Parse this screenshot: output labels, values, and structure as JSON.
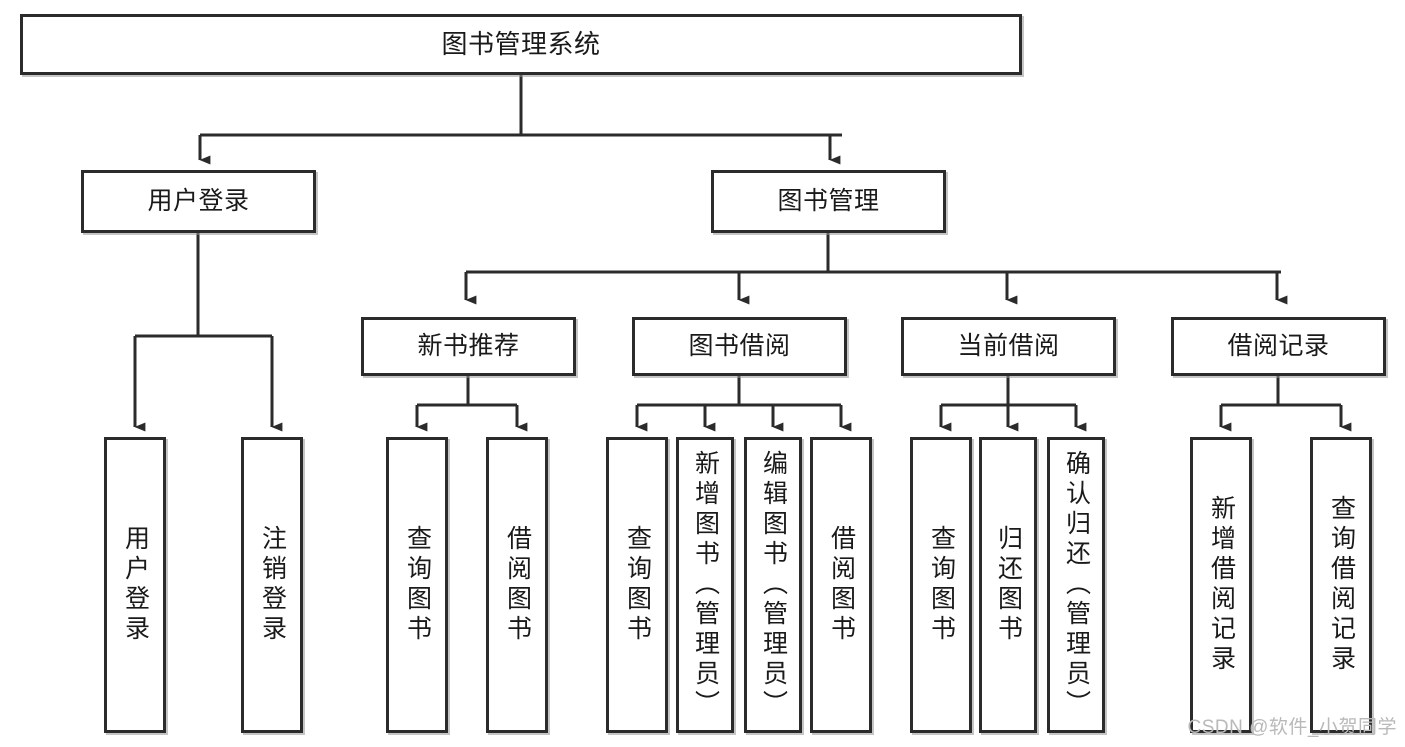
{
  "diagram": {
    "type": "tree-hierarchy-chart",
    "title": "图书管理系统",
    "watermark": "CSDN @软件_小贺同学",
    "colors": {
      "box_border": "#2b2b2b",
      "box_fill": "#ffffff",
      "connector": "#2b2b2b",
      "text": "#1a1a1a",
      "watermark": "#b9b9b9"
    },
    "root": {
      "label": "图书管理系统"
    },
    "level2": [
      {
        "label": "用户登录"
      },
      {
        "label": "图书管理"
      }
    ],
    "level3": [
      {
        "label": "新书推荐"
      },
      {
        "label": "图书借阅"
      },
      {
        "label": "当前借阅"
      },
      {
        "label": "借阅记录"
      }
    ],
    "leaves": {
      "user_login": [
        {
          "label": "用户登录"
        },
        {
          "label": "注销登录"
        }
      ],
      "new_book_recommend": [
        {
          "label": "查询图书"
        },
        {
          "label": "借阅图书"
        }
      ],
      "book_borrow": [
        {
          "label": "查询图书"
        },
        {
          "label": "新增图书（管理员）"
        },
        {
          "label": "编辑图书（管理员）"
        },
        {
          "label": "借阅图书"
        }
      ],
      "current_borrow": [
        {
          "label": "查询图书"
        },
        {
          "label": "归还图书"
        },
        {
          "label": "确认归还（管理员）"
        }
      ],
      "borrow_record": [
        {
          "label": "新增借阅记录"
        },
        {
          "label": "查询借阅记录"
        }
      ]
    }
  }
}
